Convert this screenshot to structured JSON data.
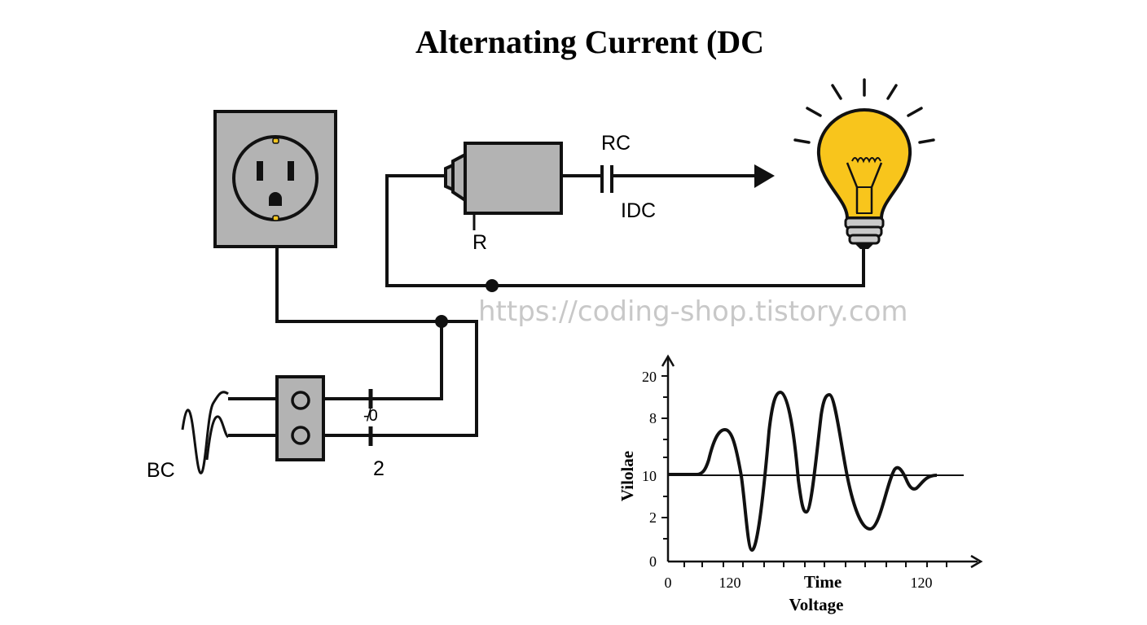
{
  "title": "Alternating Current (DC",
  "labels": {
    "rc": "RC",
    "idc": "IDC",
    "r": "R",
    "bc": "BC",
    "plug_pin_top": "-̸0",
    "plug_pin_bottom": "2"
  },
  "watermark": "https://coding-shop.tistory.com",
  "colors": {
    "line": "#111111",
    "box_fill": "#b3b3b3",
    "bulb_fill": "#f8c51c",
    "background": "#ffffff"
  },
  "icons": {
    "outlet": "wall-outlet-icon",
    "bulb": "light-bulb-icon",
    "plug": "plug-terminal-icon",
    "motor": "motor-icon"
  },
  "graph": {
    "y_axis_label": "Vilolae",
    "x_axis_label": "Time",
    "x_axis_sublabel": "Voltage",
    "y_ticks": [
      "20",
      "8",
      "10",
      "2",
      "0"
    ],
    "x_ticks": [
      "0",
      "120",
      "120"
    ]
  }
}
